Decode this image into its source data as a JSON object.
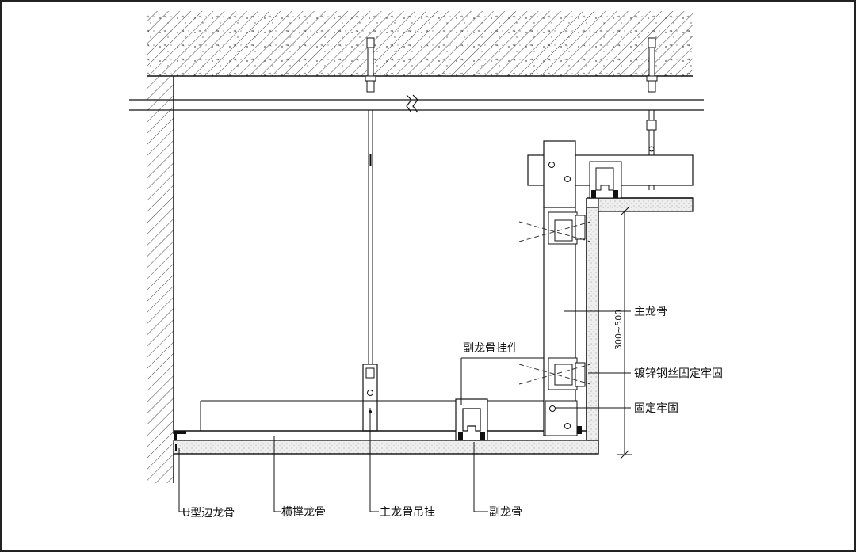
{
  "labels": {
    "main_keel": "主龙骨",
    "dimension": "300~500",
    "secondary_hanger": "副龙骨挂件",
    "galvanized_wire": "镀锌钢丝固定牢固",
    "fixed": "固定牢固",
    "u_edge_keel": "U型边龙骨",
    "cross_brace_keel": "横撑龙骨",
    "main_keel_hanger": "主龙骨吊挂",
    "secondary_keel": "副龙骨"
  },
  "colors": {
    "line": "#111111",
    "hatch": "#444444",
    "board": "#e9e9e9"
  }
}
